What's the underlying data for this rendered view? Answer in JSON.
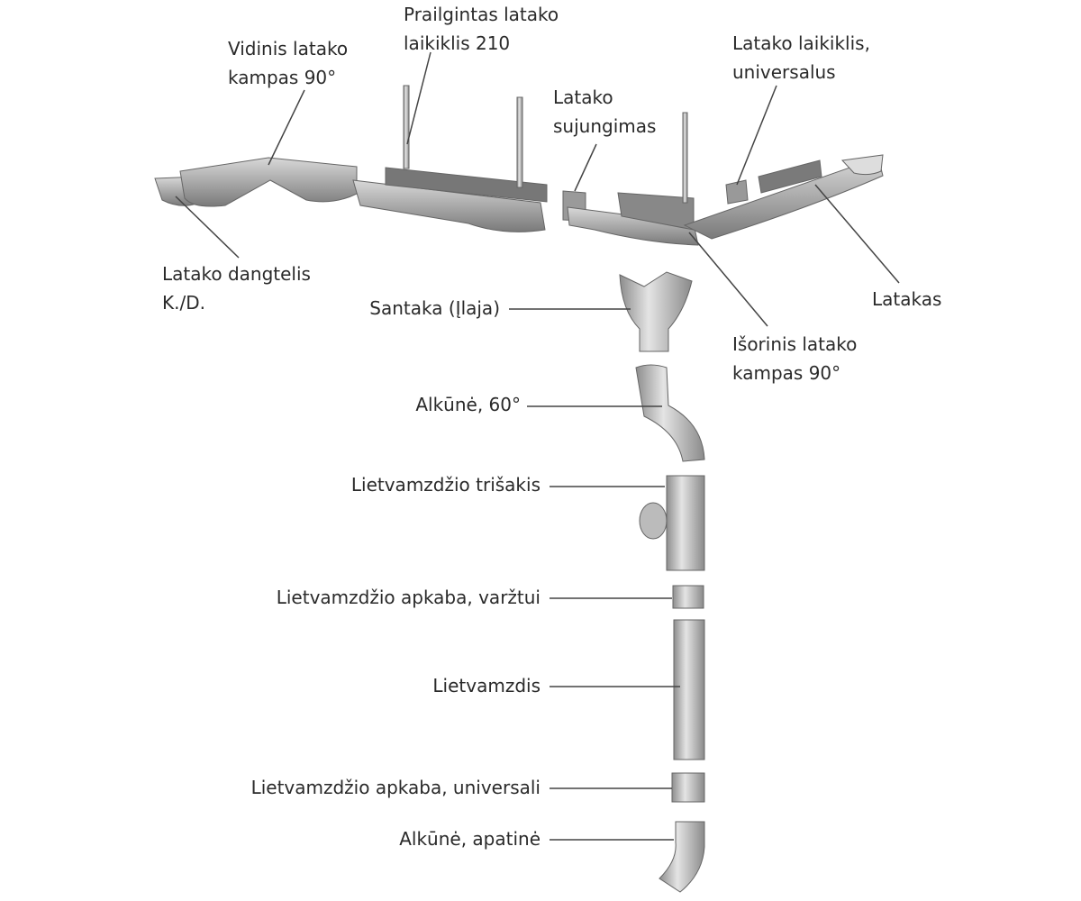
{
  "labels": {
    "prailgintas": [
      "Prailgintas latako",
      "laikiklis 210"
    ],
    "vidinis": [
      "Vidinis latako",
      "kampas 90°"
    ],
    "sujungimas": [
      "Latako",
      "sujungimas"
    ],
    "laikiklis": [
      "Latako laikiklis,",
      "universalus"
    ],
    "dangtelis": [
      "Latako dangtelis",
      "K./D."
    ],
    "santaka": "Santaka (Įlaja)",
    "latakas": "Latakas",
    "isorinis": [
      "Išorinis latako",
      "kampas 90°"
    ],
    "alkune60": "Alkūnė, 60°",
    "trisakis": "Lietvamzdžio trišakis",
    "apkaba_varztui": "Lietvamzdžio apkaba, varžtui",
    "lietvamzdis": "Lietvamzdis",
    "apkaba_universali": "Lietvamzdžio apkaba, universali",
    "alkune_apatine": "Alkūnė, apatinė"
  },
  "colors": {
    "metal_light": "#e6e6e6",
    "metal_dark": "#8a8a8a",
    "line": "#444444"
  }
}
